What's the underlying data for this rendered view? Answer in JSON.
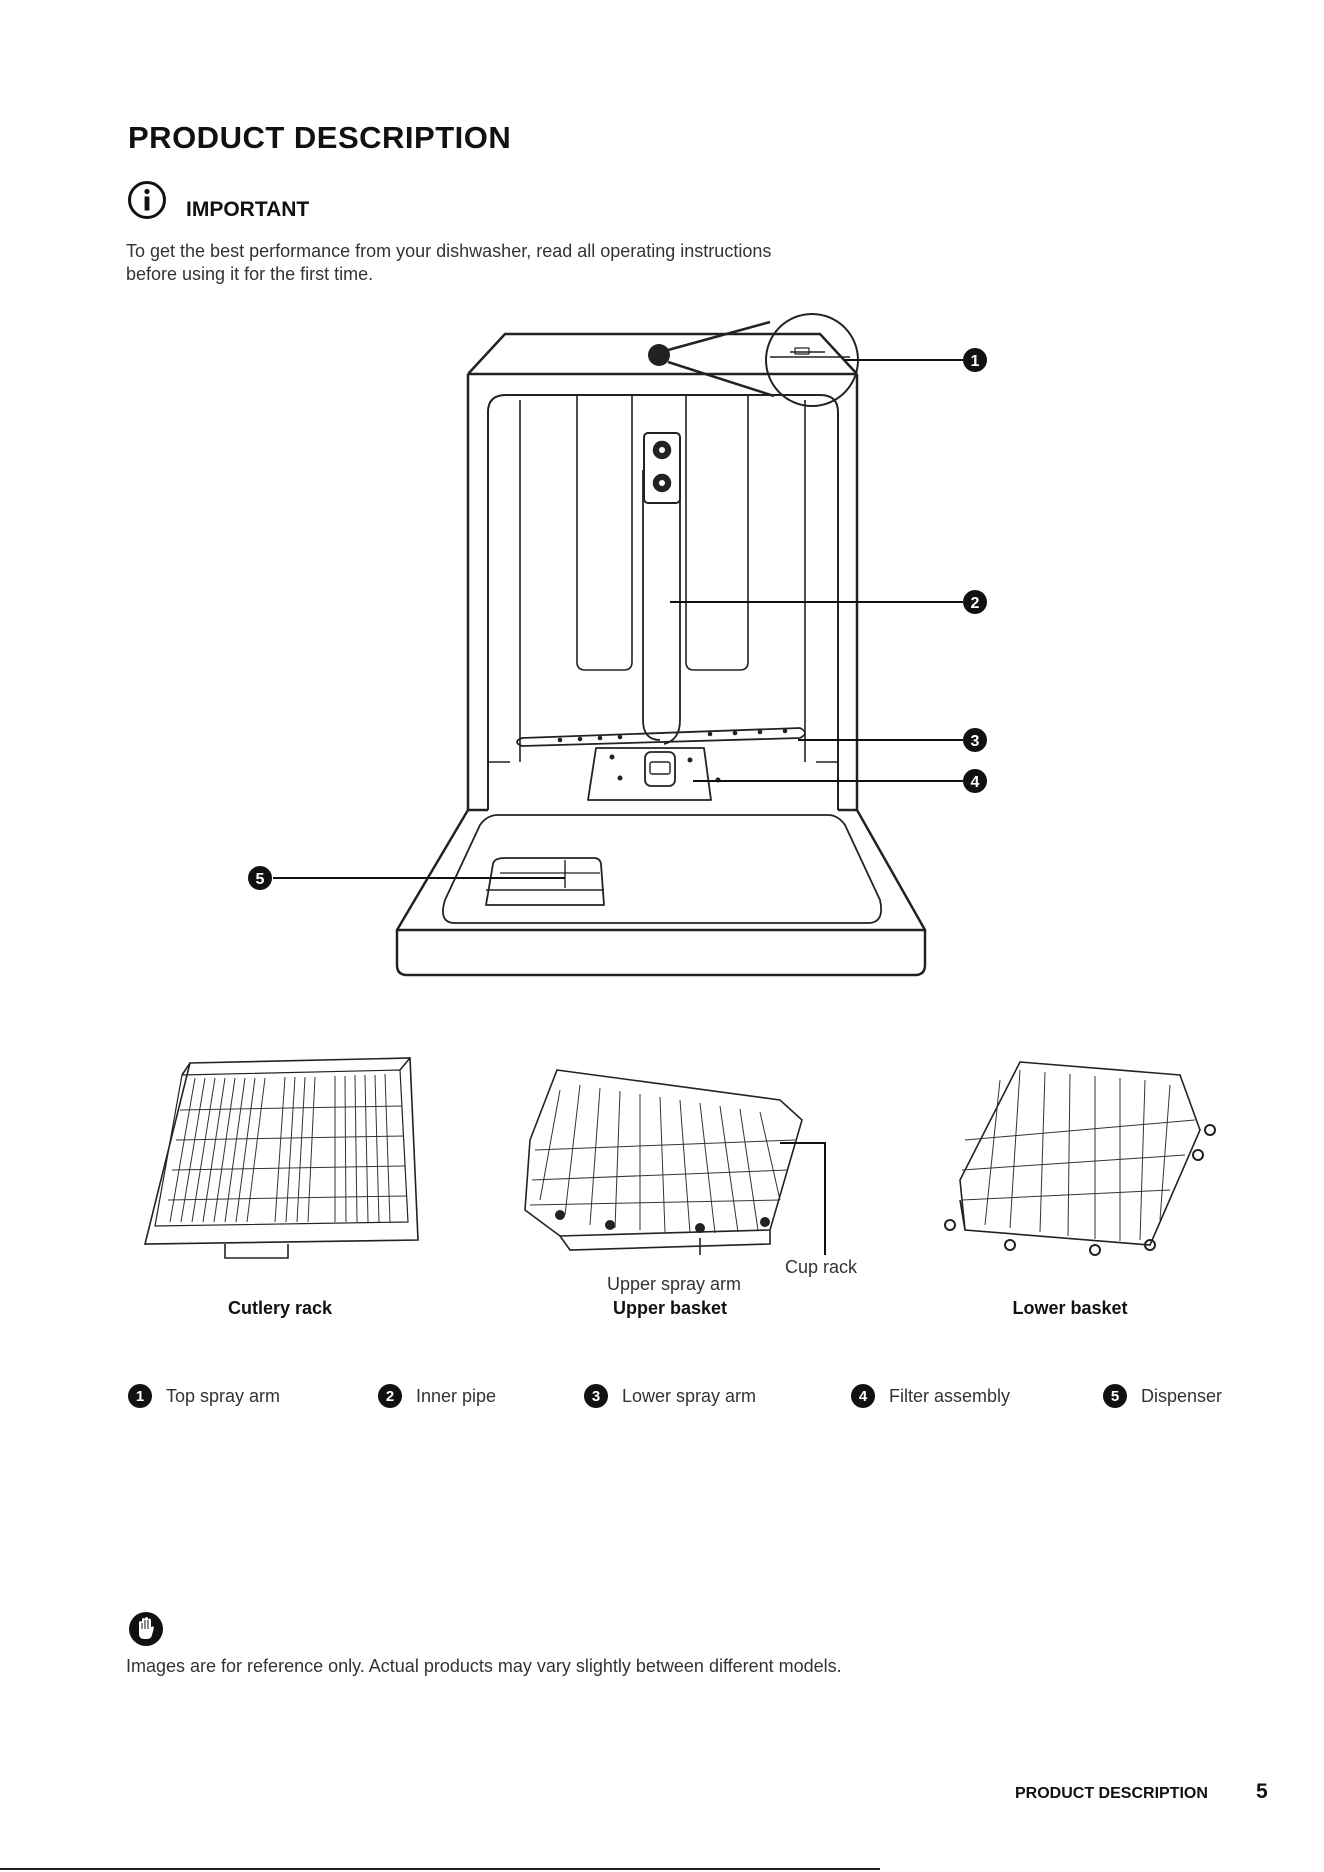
{
  "page": {
    "title": "PRODUCT DESCRIPTION",
    "important_label": "IMPORTANT",
    "intro_line1": "To get the best performance from your dishwasher, read all operating instructions",
    "intro_line2": "before using it for the first time."
  },
  "diagram": {
    "callouts": [
      "1",
      "2",
      "3",
      "4",
      "5"
    ]
  },
  "racks": {
    "cutlery_caption": "Cutlery rack",
    "upper_caption": "Upper basket",
    "upper_spray_arm": "Upper spray arm",
    "cup_rack": "Cup rack",
    "lower_caption": "Lower basket"
  },
  "legend": [
    {
      "num": "1",
      "label": "Top spray arm"
    },
    {
      "num": "2",
      "label": "Inner pipe"
    },
    {
      "num": "3",
      "label": "Lower spray arm"
    },
    {
      "num": "4",
      "label": "Filter assembly"
    },
    {
      "num": "5",
      "label": "Dispenser"
    }
  ],
  "note": "Images are for reference only. Actual products may vary slightly between different models.",
  "footer": {
    "section": "PRODUCT DESCRIPTION",
    "page_number": "5"
  }
}
